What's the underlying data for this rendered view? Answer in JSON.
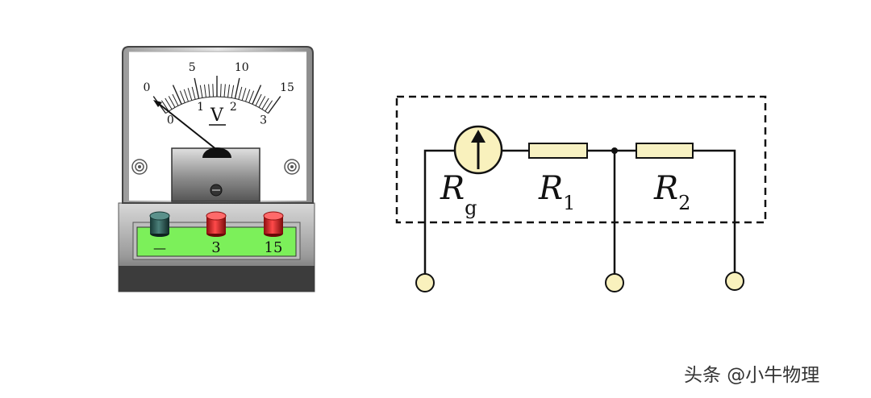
{
  "meter": {
    "scale_top": [
      "0",
      "5",
      "10",
      "15"
    ],
    "scale_bottom": [
      "0",
      "1",
      "2",
      "3"
    ],
    "unit_symbol": "V",
    "terminals": [
      {
        "label": "—",
        "color": "#2a5a55"
      },
      {
        "label": "3",
        "color": "#d42424"
      },
      {
        "label": "15",
        "color": "#d42424"
      }
    ],
    "colors": {
      "face": "#ffffff",
      "panel": "#7cf05a",
      "needle": "#111111"
    }
  },
  "circuit": {
    "galvanometer": {
      "main": "R",
      "sub": "g"
    },
    "resistors": [
      {
        "main": "R",
        "sub": "1"
      },
      {
        "main": "R",
        "sub": "2"
      }
    ],
    "colors": {
      "resistor_fill": "#f7f1c2",
      "terminal_fill": "#f9f1bd",
      "wire": "#111111"
    }
  },
  "watermark": "头条 @小牛物理"
}
